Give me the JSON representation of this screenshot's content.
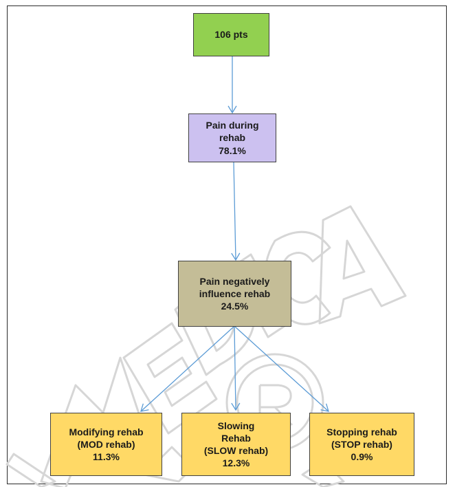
{
  "nodes": {
    "total": {
      "line1": "106 pts",
      "color": "#92d050"
    },
    "pain_during": {
      "line1": "Pain during",
      "line2": "rehab",
      "line3": "78.1%",
      "color": "#ccc1f0"
    },
    "pain_negative": {
      "line1": "Pain negatively",
      "line2": "influence rehab",
      "line3": "24.5%",
      "color": "#c4bd97"
    },
    "modifying": {
      "line1": "Modifying rehab",
      "line2": "(MOD rehab)",
      "line3": "11.3%",
      "color": "#ffd966"
    },
    "slowing": {
      "line1": "Slowing",
      "line2": "Rehab",
      "line3": "(SLOW rehab)",
      "line4": "12.3%",
      "color": "#ffd966"
    },
    "stopping": {
      "line1": "Stopping rehab",
      "line2": "(STOP rehab)",
      "line3": "0.9%",
      "color": "#ffd966"
    }
  },
  "colors": {
    "arrow": "#5b9bd5",
    "watermark": "#dcdcdc"
  }
}
